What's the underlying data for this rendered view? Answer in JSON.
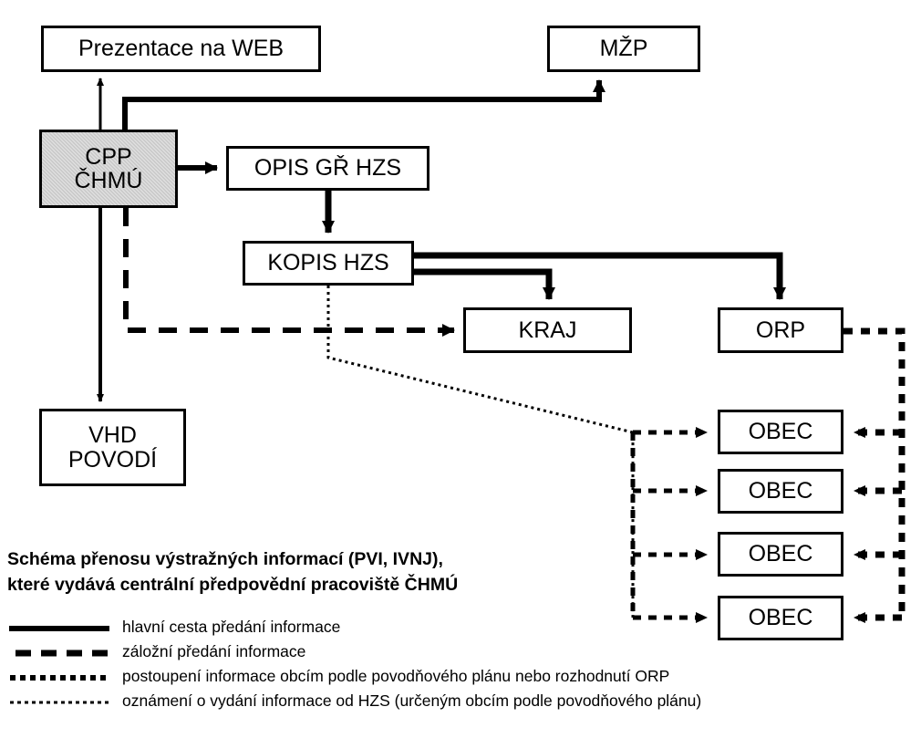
{
  "diagram": {
    "title_lines": "Schéma přenosu výstražných informací (PVI, IVNJ),\nkteré vydává centrální předpovědní pracoviště ČHMÚ",
    "nodes": [
      {
        "id": "prezentace",
        "label": "Prezentace na WEB"
      },
      {
        "id": "mzp",
        "label": "MŽP"
      },
      {
        "id": "cpp",
        "label": "CPP\nČHMÚ"
      },
      {
        "id": "opis",
        "label": "OPIS GŘ HZS"
      },
      {
        "id": "kopis",
        "label": "KOPIS HZS"
      },
      {
        "id": "kraj",
        "label": "KRAJ"
      },
      {
        "id": "orp",
        "label": "ORP"
      },
      {
        "id": "vhd",
        "label": "VHD\nPOVODÍ"
      },
      {
        "id": "obec1",
        "label": "OBEC"
      },
      {
        "id": "obec2",
        "label": "OBEC"
      },
      {
        "id": "obec3",
        "label": "OBEC"
      },
      {
        "id": "obec4",
        "label": "OBEC"
      }
    ],
    "legend": [
      {
        "style": "solid",
        "text": "hlavní cesta předání informace"
      },
      {
        "style": "dashed",
        "text": "záložní předání informace"
      },
      {
        "style": "dotted-thick",
        "text": "postoupení informace obcím podle povodňového plánu nebo rozhodnutí ORP"
      },
      {
        "style": "dotted-thin",
        "text": "oznámení o vydání informace od HZS (určeným obcím podle povodňového plánu)"
      }
    ],
    "colors": {
      "stroke": "#000000",
      "background": "#ffffff",
      "shaded_fill": "#c8c8c8"
    },
    "edges": [
      {
        "from": "cpp",
        "to": "prezentace",
        "style": "solid-thin"
      },
      {
        "from": "cpp",
        "to": "mzp",
        "style": "solid-thick"
      },
      {
        "from": "cpp",
        "to": "opis",
        "style": "solid-thick"
      },
      {
        "from": "cpp",
        "to": "vhd",
        "style": "solid"
      },
      {
        "from": "cpp",
        "to": "kraj",
        "style": "dashed"
      },
      {
        "from": "opis",
        "to": "kopis",
        "style": "solid-thick"
      },
      {
        "from": "kopis",
        "to": "kraj",
        "style": "solid-thick"
      },
      {
        "from": "kopis",
        "to": "orp",
        "style": "solid-thick"
      },
      {
        "from": "kopis",
        "to": "obec-group",
        "style": "dotted-thin"
      },
      {
        "from": "orp",
        "to": "obec1",
        "style": "dotted-thick"
      },
      {
        "from": "orp",
        "to": "obec2",
        "style": "dotted-thick"
      },
      {
        "from": "orp",
        "to": "obec3",
        "style": "dotted-thick"
      },
      {
        "from": "orp",
        "to": "obec4",
        "style": "dotted-thick"
      }
    ]
  }
}
